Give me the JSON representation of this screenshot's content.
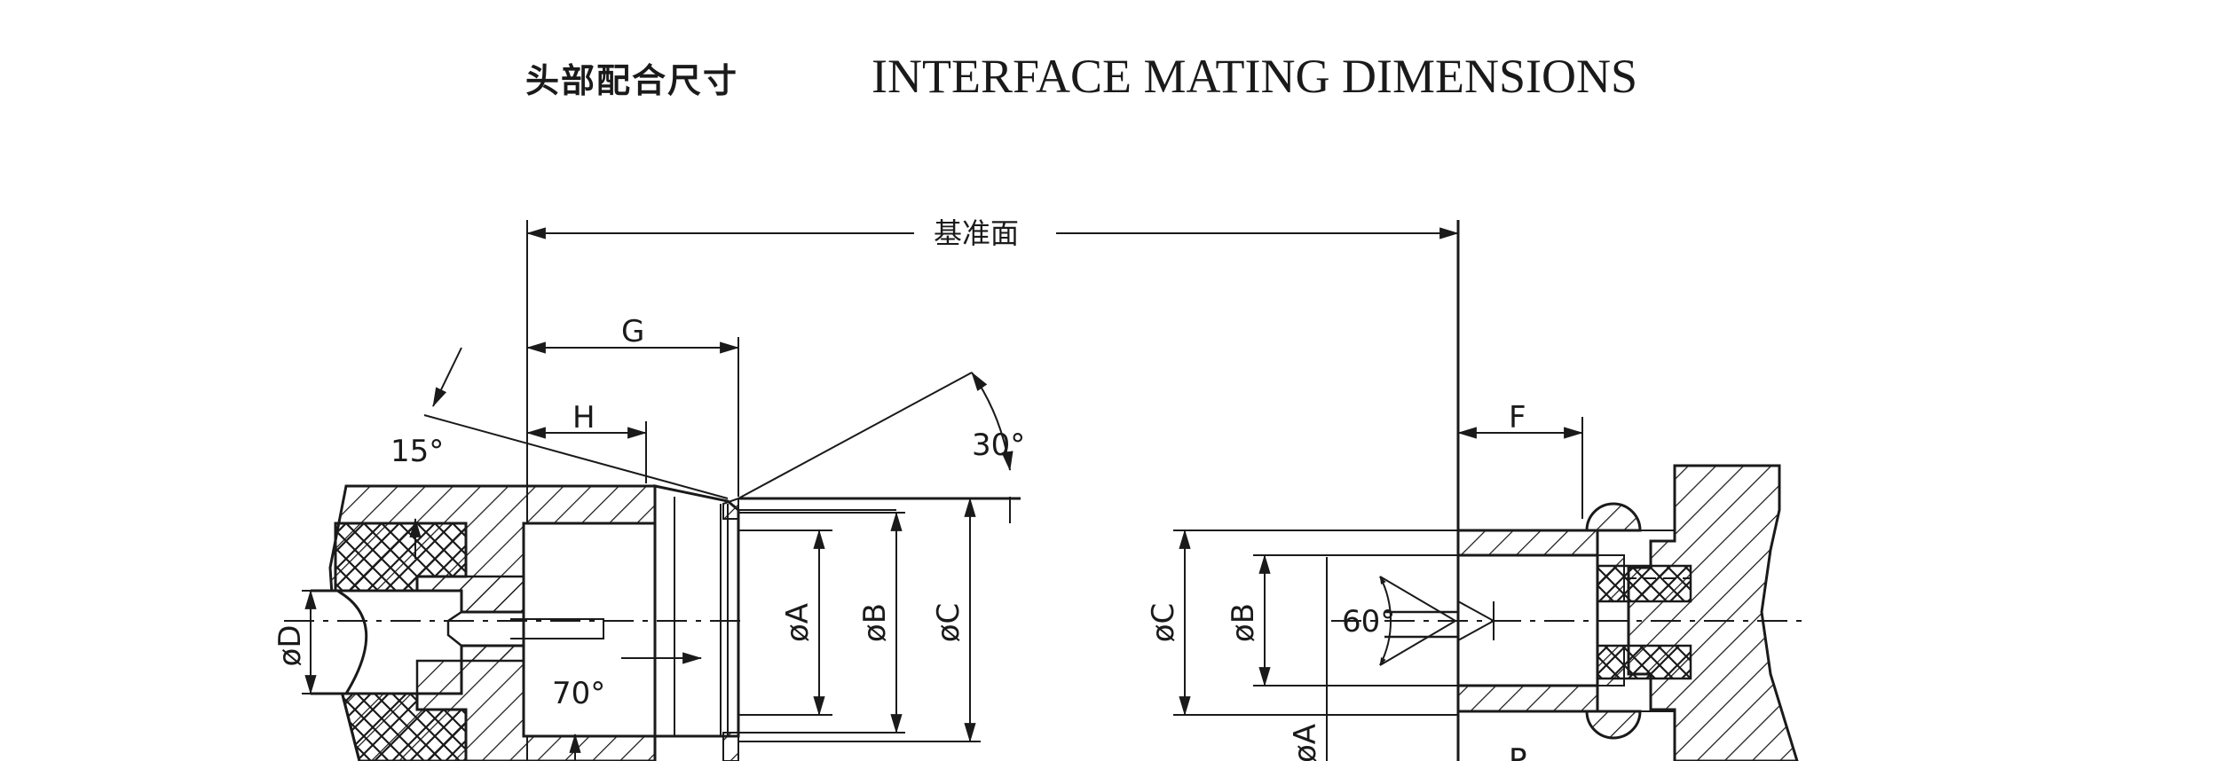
{
  "title": {
    "cn": "头部配合尺寸",
    "en": "INTERFACE MATING DIMENSIONS"
  },
  "reference_plane": "基准面",
  "plug": {
    "dim_g": "G",
    "dim_h": "H",
    "angle_15": "15°",
    "angle_30": "30°",
    "angle_70": "70°",
    "dim_d": "øD",
    "dim_a": "øA",
    "dim_b": "øB",
    "dim_c": "øC"
  },
  "jack": {
    "dim_f": "F",
    "dim_c": "øC",
    "dim_b": "øB",
    "dim_a": "øA",
    "angle_60": "60°",
    "dim_p": "P"
  },
  "colors": {
    "ink": "#1a1a1a",
    "background": "#ffffff"
  }
}
